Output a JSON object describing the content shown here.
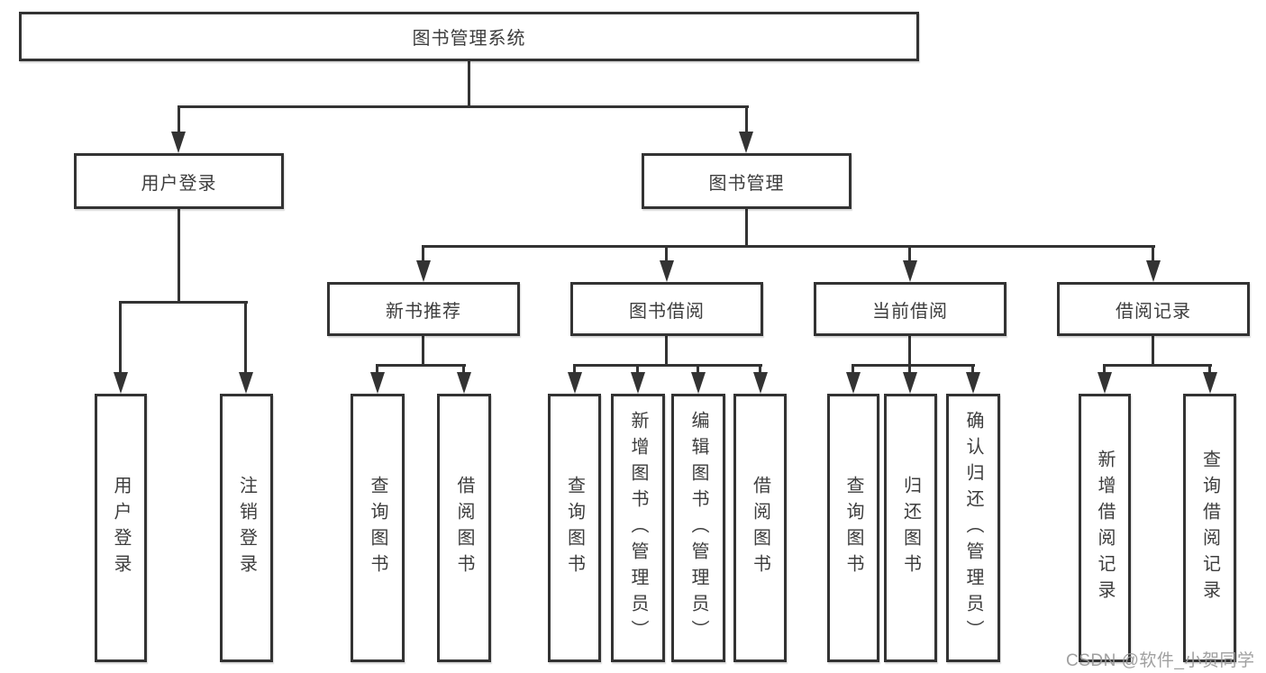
{
  "diagram": {
    "title": "图书管理系统",
    "watermark": "CSDN @软件_小贺同学",
    "colors": {
      "line": "#333333",
      "box_border": "#333333",
      "text": "#3d3d3d",
      "background": "#ffffff",
      "watermark": "#989898"
    },
    "tree": {
      "label": "图书管理系统",
      "children": [
        {
          "label": "用户登录",
          "children": [
            {
              "label": "用户登录"
            },
            {
              "label": "注销登录"
            }
          ]
        },
        {
          "label": "图书管理",
          "children": [
            {
              "label": "新书推荐",
              "children": [
                {
                  "label": "查询图书"
                },
                {
                  "label": "借阅图书"
                }
              ]
            },
            {
              "label": "图书借阅",
              "children": [
                {
                  "label": "查询图书"
                },
                {
                  "label": "新增图书（管理员）"
                },
                {
                  "label": "编辑图书（管理员）"
                },
                {
                  "label": "借阅图书"
                }
              ]
            },
            {
              "label": "当前借阅",
              "children": [
                {
                  "label": "查询图书"
                },
                {
                  "label": "归还图书"
                },
                {
                  "label": "确认归还（管理员）"
                }
              ]
            },
            {
              "label": "借阅记录",
              "children": [
                {
                  "label": "新增借阅记录"
                },
                {
                  "label": "查询借阅记录"
                }
              ]
            }
          ]
        }
      ]
    }
  }
}
